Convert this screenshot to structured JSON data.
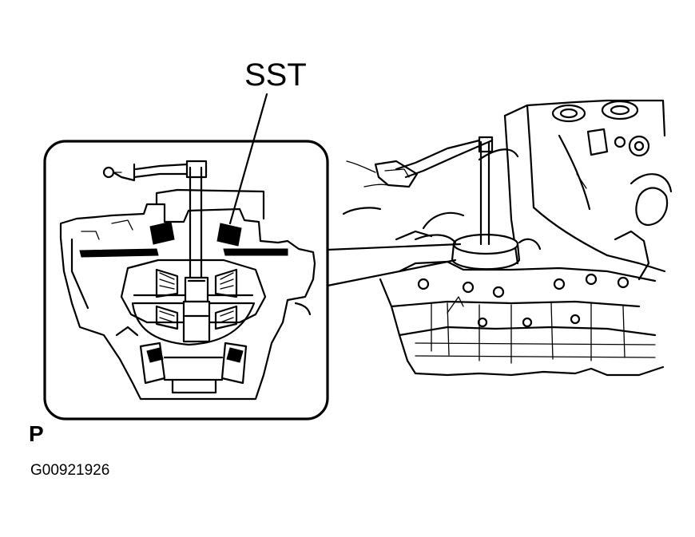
{
  "labels": {
    "tool": "SST",
    "view": "P",
    "figure_id": "G00921926"
  },
  "colors": {
    "ink": "#000000",
    "background": "#ffffff"
  }
}
